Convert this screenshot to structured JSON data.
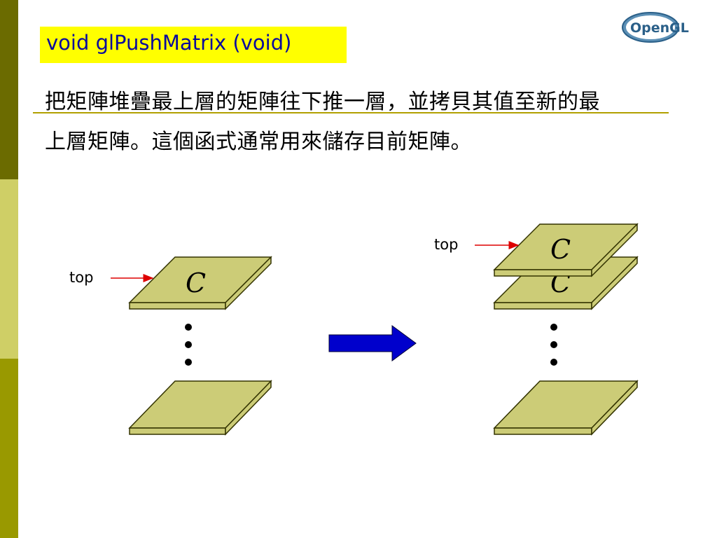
{
  "slide": {
    "title": "void glPushMatrix (void)",
    "description_line1": "把矩陣堆疊最上層的矩陣往下推一層，並拷貝其值至新的最",
    "description_line2": "上層矩陣。這個函式通常用來儲存目前矩陣。",
    "logo_text": "OpenGL"
  },
  "diagram": {
    "before_pointer_label": "top",
    "after_pointer_label": "top",
    "plate_label": "C",
    "colors": {
      "plate": "#cccc77",
      "plate_edge": "#333300",
      "pointer_arrow": "#dd0000",
      "transition_arrow": "#0000cc"
    }
  }
}
